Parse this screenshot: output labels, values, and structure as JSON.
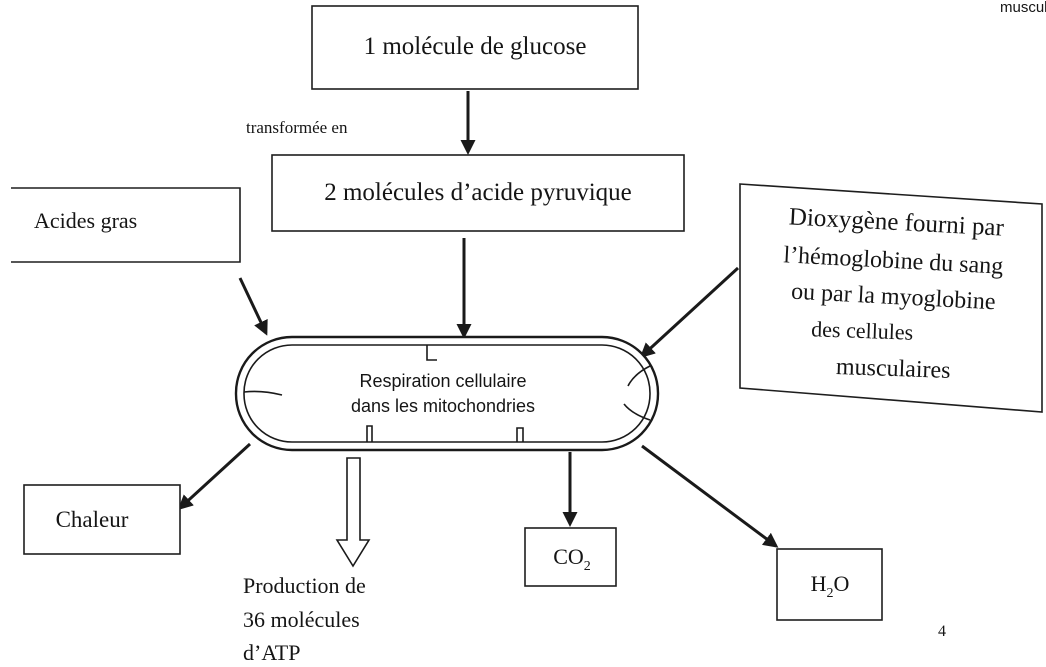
{
  "corner_text": "muscul",
  "glucose": "1 molécule de glucose",
  "transform_label": "transformée en",
  "pyruvic": "2 molécules d’acide pyruvique",
  "fatty_acids": "Acides gras",
  "oxygen": {
    "line1": "Dioxygène fourni par",
    "line2": "l’hémoglobine du sang",
    "line3": "ou par la myoglobine",
    "line4": "des cellules",
    "line5": "musculaires"
  },
  "mito": {
    "line1": "Respiration cellulaire",
    "line2": "dans les mitochondries"
  },
  "heat": "Chaleur",
  "atp": {
    "line1": "Production de",
    "line2": "36 molécules",
    "line3": "d’ATP"
  },
  "co2": {
    "base": "CO",
    "sub": "2"
  },
  "h2o": {
    "pre": "H",
    "sub": "2",
    "post": "O"
  },
  "page_mark": "4"
}
